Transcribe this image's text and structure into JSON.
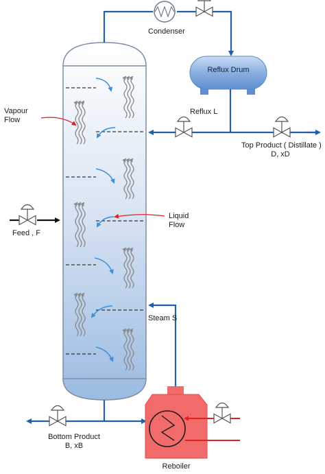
{
  "labels": {
    "condenser": "Condenser",
    "reflux_drum": "Reflux Drum",
    "reflux": "Reflux  L",
    "top_product_line1": "Top Product ( Distillate )",
    "top_product_line2": "D, xD",
    "vapour_flow_line1": "Vapour",
    "vapour_flow_line2": "Flow",
    "liquid_flow_line1": "Liquid",
    "liquid_flow_line2": "Flow",
    "feed": "Feed , F",
    "steam": "Steam S",
    "bottom_product_line1": "Bottom Product",
    "bottom_product_line2": "B, xB",
    "reboiler": "Reboiler"
  },
  "colors": {
    "pipe": "#1f5fa8",
    "column_top": "#ffffff",
    "column_bottom": "#9bbbe2",
    "drum": "#7fa9de",
    "reboiler": "#f26b6b",
    "annotation": "#e02020",
    "vapour_arrow": "#8a8a8a",
    "liquid_arrow": "#3d8fd6"
  }
}
